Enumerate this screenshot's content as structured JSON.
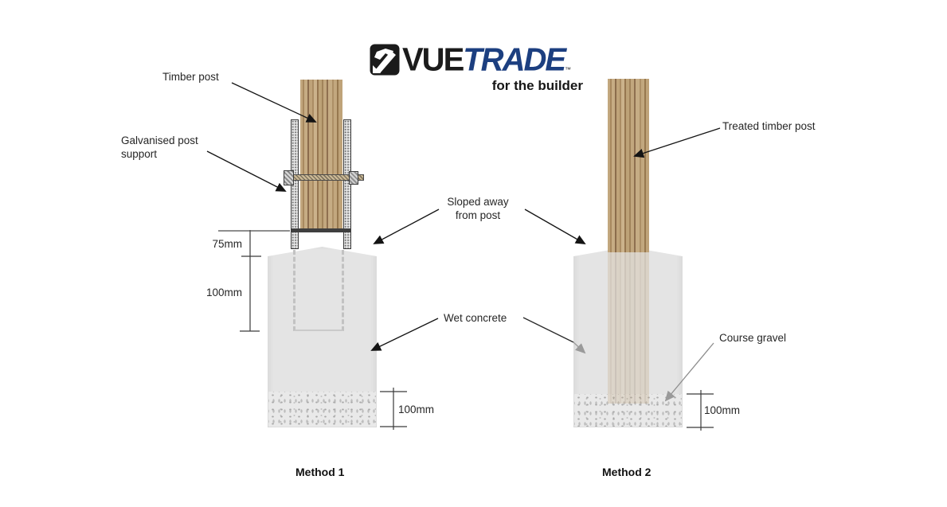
{
  "logo": {
    "vue": "VUE",
    "trade": "TRADE",
    "trademark": "™",
    "tagline": "for the builder"
  },
  "annotations": {
    "timber_post": "Timber post",
    "galvanised_support": "Galvanised post support",
    "sloped_away": "Sloped away from post",
    "wet_concrete": "Wet concrete",
    "treated_timber_post": "Treated timber post",
    "course_gravel": "Course gravel"
  },
  "dimensions": {
    "m1_exposed": "75mm",
    "m1_embedded": "100mm",
    "m1_gravel_depth": "100mm",
    "m2_gravel_depth": "100mm"
  },
  "captions": {
    "method1": "Method 1",
    "method2": "Method 2"
  },
  "colors": {
    "trade_blue": "#1c3f80",
    "concrete_gray": "#e4e4e4",
    "wood_tan": "#b6996e",
    "arrow_black": "#1a1a1a",
    "arrow_gray": "#9a9a9a"
  }
}
